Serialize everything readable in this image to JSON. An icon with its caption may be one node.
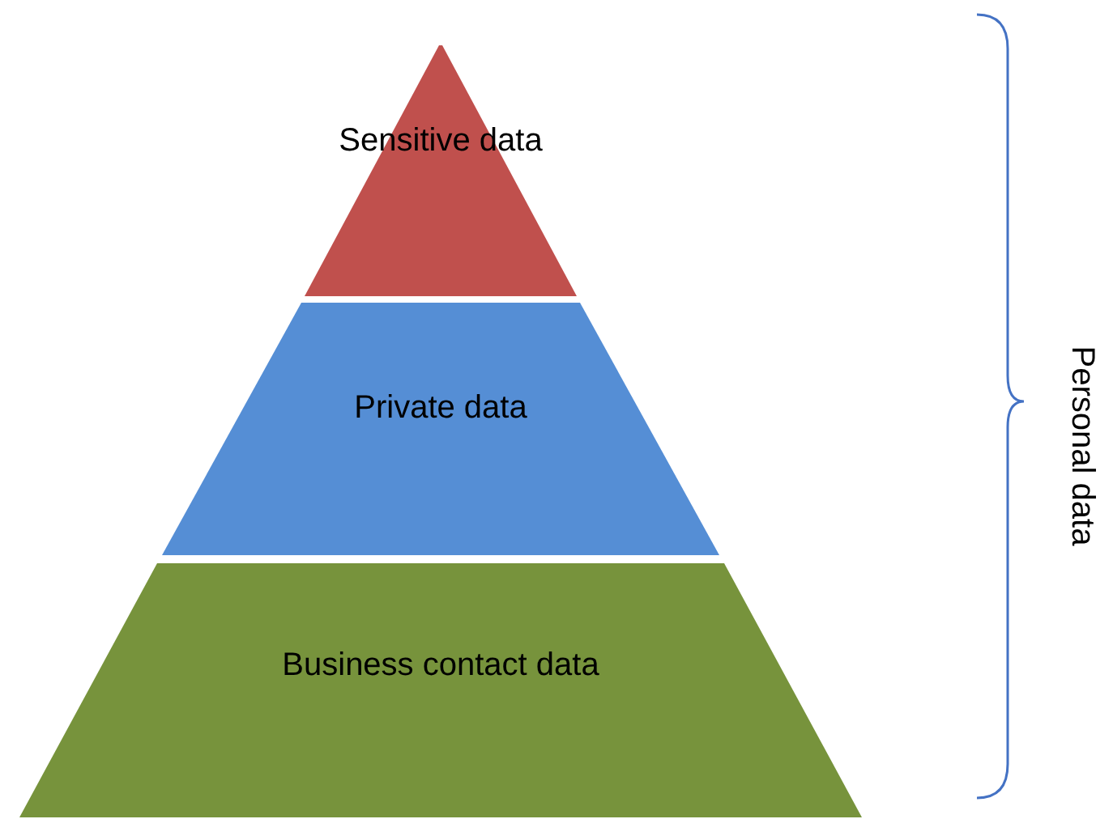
{
  "diagram": {
    "nodes": [
      {
        "text": [
          "Sensitive data"
        ]
      },
      {
        "text": [
          "Private data"
        ]
      },
      {
        "text": [
          "Business contact data"
        ]
      }
    ],
    "labels": [
      "Personal data"
    ]
  }
}
